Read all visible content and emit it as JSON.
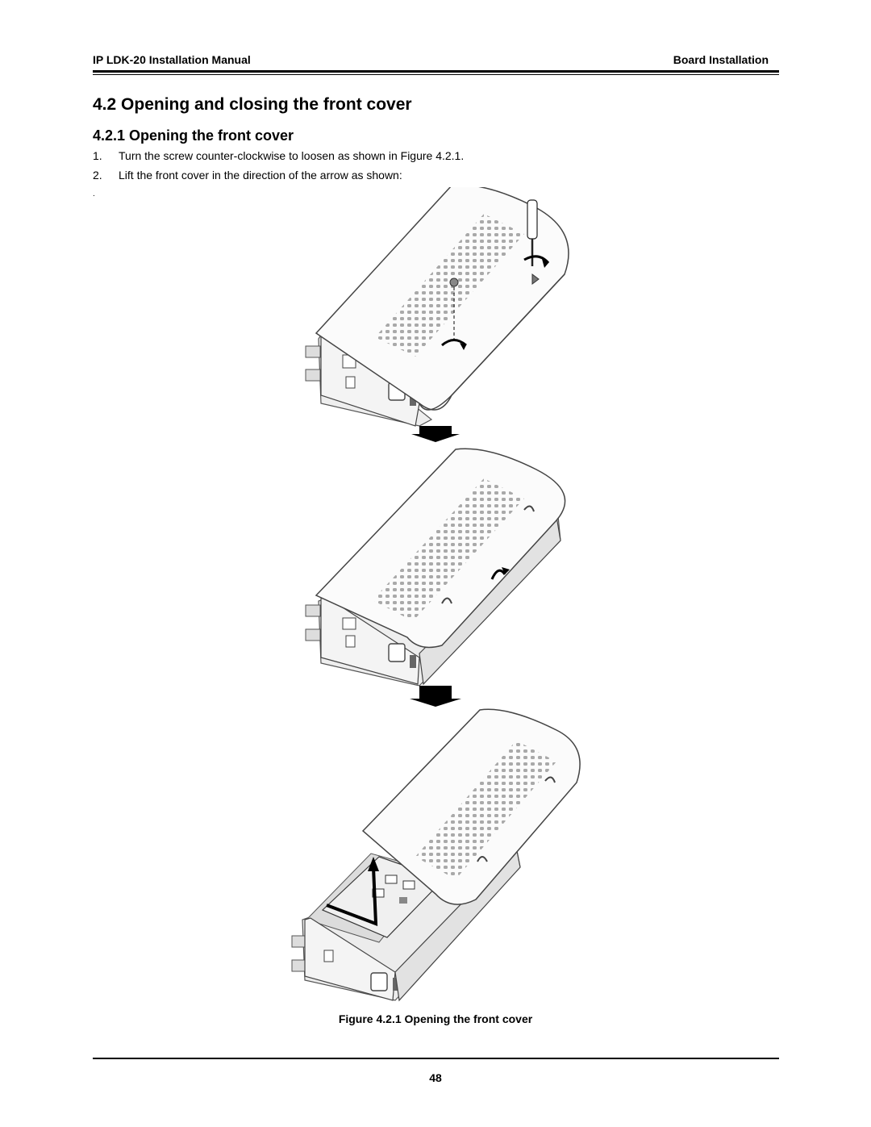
{
  "header": {
    "left": "IP LDK-20 Installation Manual",
    "right": "Board Installation"
  },
  "section": {
    "title": "4.2 Opening and closing the front cover",
    "subsection_title": "4.2.1 Opening the front cover",
    "steps": [
      {
        "num": "1.",
        "text": "Turn the screw counter-clockwise to loosen as shown in Figure 4.2.1."
      },
      {
        "num": "2.",
        "text": "Lift the front cover in the direction of the arrow as shown:"
      }
    ],
    "stray_mark": "."
  },
  "figure": {
    "caption": "Figure 4.2.1 Opening the front cover"
  },
  "footer": {
    "page_number": "48"
  }
}
